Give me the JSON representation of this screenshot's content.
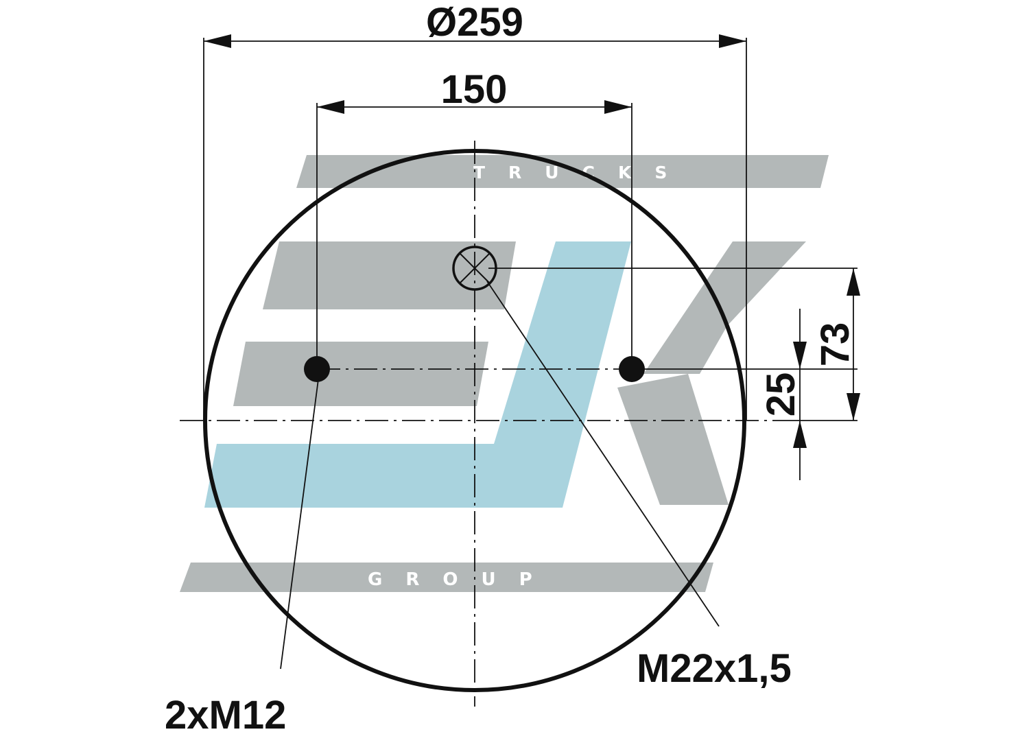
{
  "drawing": {
    "outer_diameter_label": "Ø259",
    "bolt_spacing_label": "150",
    "offset_small_label": "25",
    "offset_large_label": "73",
    "bolt_callout_label": "2xM12",
    "port_callout_label": "M22x1,5"
  },
  "watermark": {
    "top_text": "TRUCKS",
    "bottom_text": "GROUP",
    "colors": {
      "gray": "#b3b8b8",
      "blue": "#a9d3de"
    }
  },
  "colors": {
    "line": "#111111"
  }
}
